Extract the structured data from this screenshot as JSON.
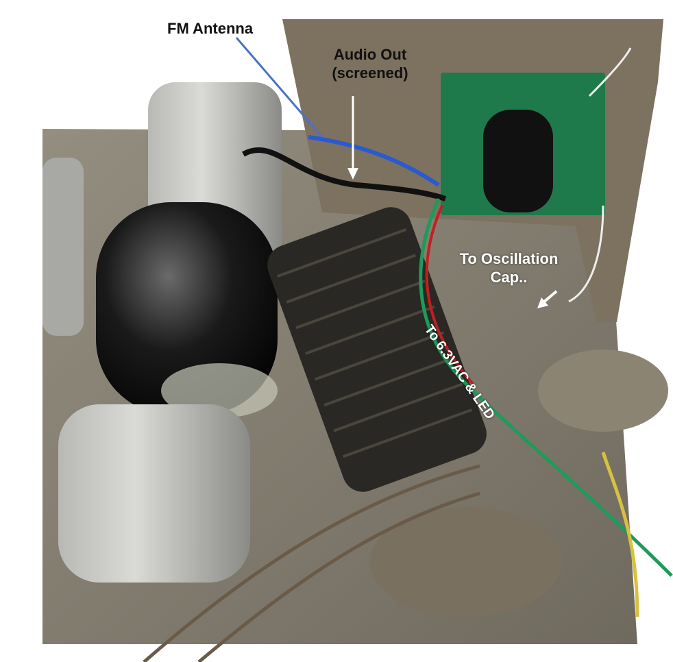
{
  "annotations": {
    "fm_antenna": "FM Antenna",
    "audio_out_line1": "Audio Out",
    "audio_out_line2": "(screened)",
    "oscillation_line1": "To Oscillation",
    "oscillation_line2": "Cap..",
    "power_led": "To 6.3VAC & LED"
  },
  "colors": {
    "chassis": "#8a8272",
    "pcb": "#1e7a4a",
    "antenna_arrow": "#4a72c4",
    "label_dark": "#111111",
    "label_light": "#ffffff"
  }
}
